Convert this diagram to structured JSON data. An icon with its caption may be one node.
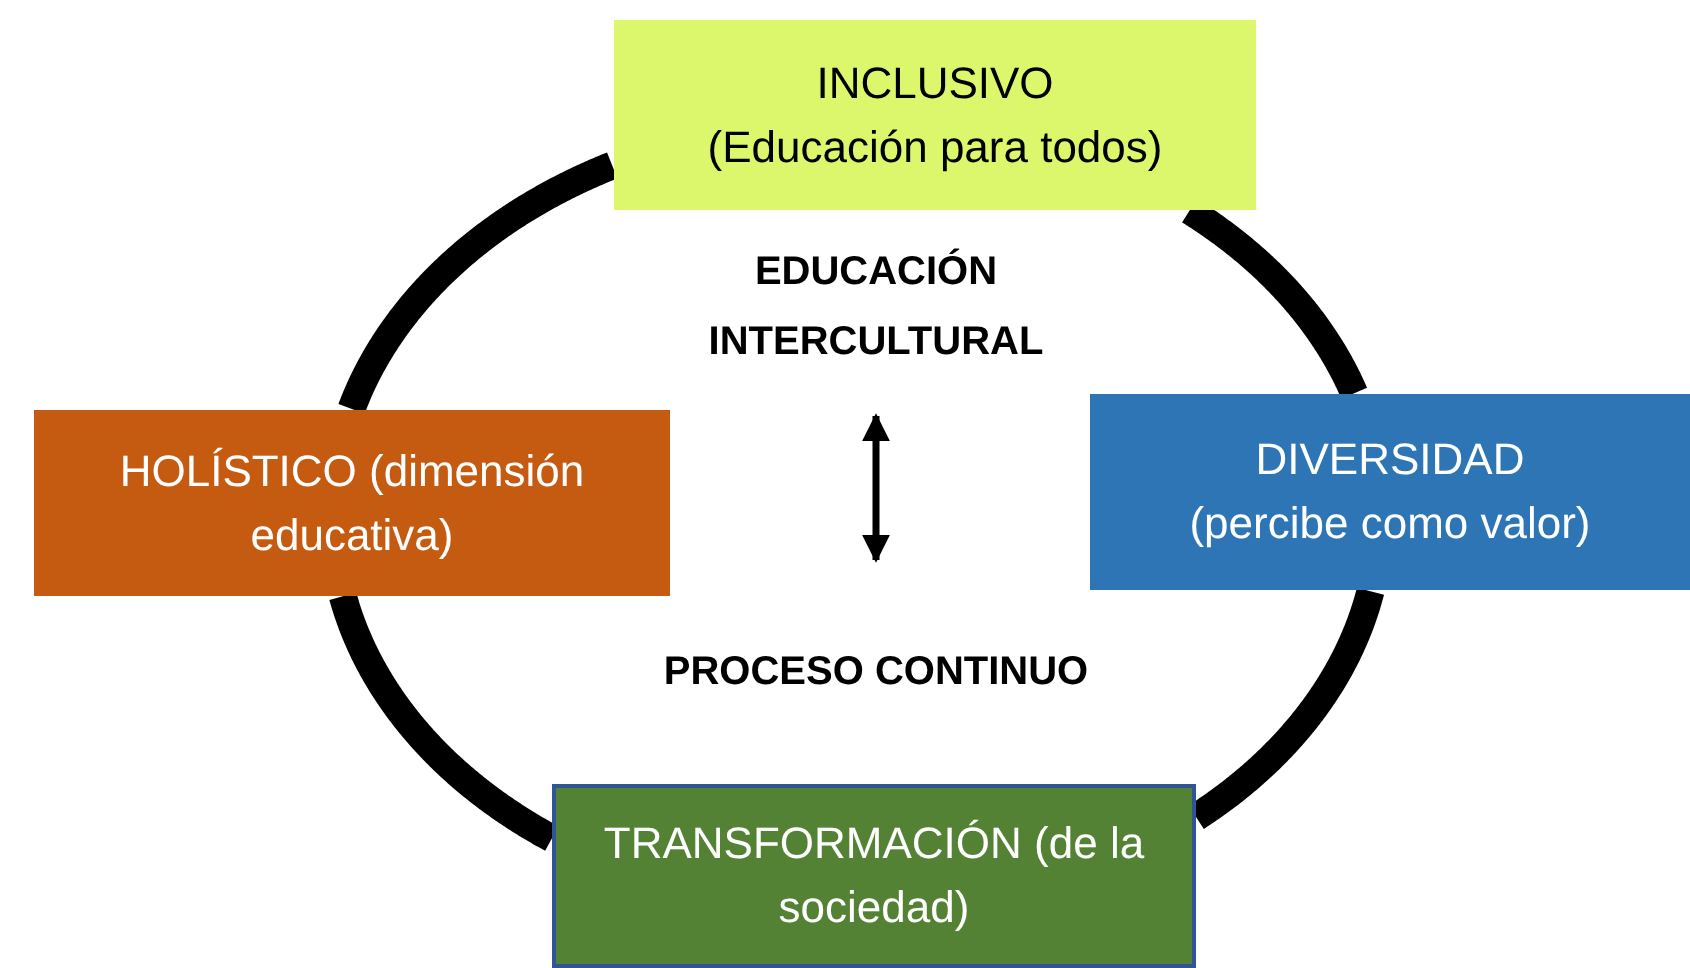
{
  "diagram": {
    "nodes": [
      {
        "text": [
          "INCLUSIVO",
          "(Educación para todos)"
        ]
      },
      {
        "text": [
          "HOLÍSTICO (dimensión educativa)"
        ]
      },
      {
        "text": [
          "DIVERSIDAD",
          "(percibe como valor)"
        ]
      },
      {
        "text": [
          "TRANSFORMACIÓN (de la sociedad)"
        ]
      },
      {
        "text": [
          "EDUCACIÓN INTERCULTURAL"
        ]
      },
      {
        "text": [
          "PROCESO CONTINUO"
        ]
      }
    ],
    "edges": [
      {
        "from": 4,
        "to": 5,
        "arrow": "both"
      },
      {
        "from": 0,
        "to": 2,
        "arrow": "none"
      },
      {
        "from": 2,
        "to": 3,
        "arrow": "none"
      },
      {
        "from": 3,
        "to": 1,
        "arrow": "none"
      },
      {
        "from": 1,
        "to": 0,
        "arrow": "none"
      }
    ]
  }
}
